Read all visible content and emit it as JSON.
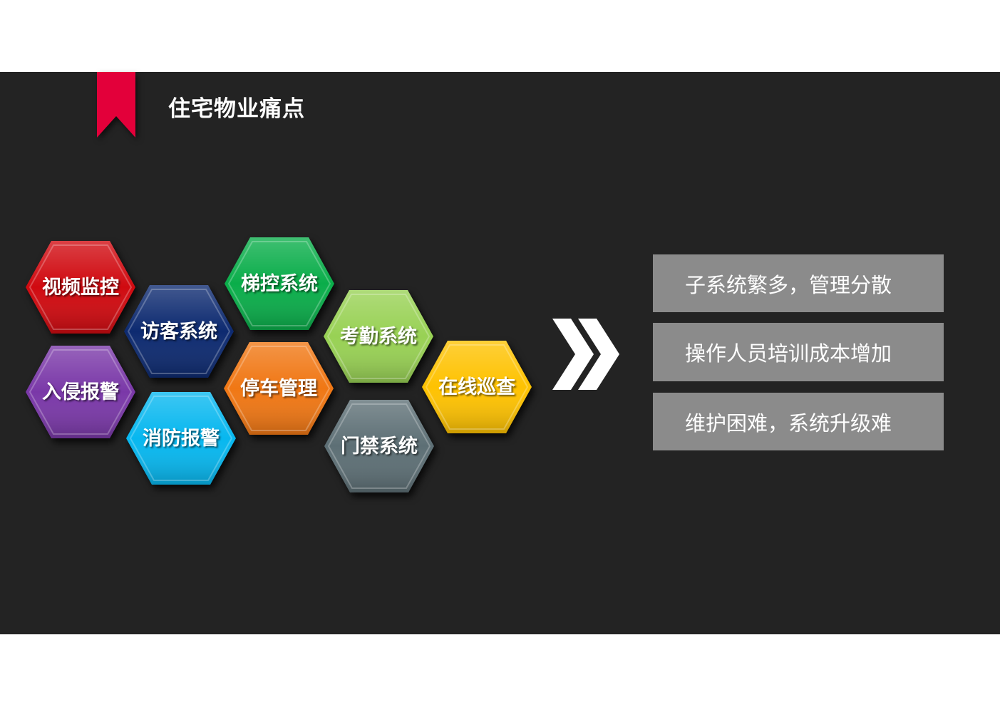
{
  "title": "住宅物业痛点",
  "colors": {
    "background": "#232323",
    "ribbon": "#e3003a",
    "box": "#8b8b8b"
  },
  "subsystems": [
    {
      "label": "视频监控",
      "color": "#d00a10"
    },
    {
      "label": "访客系统",
      "color": "#0d2a70"
    },
    {
      "label": "入侵报警",
      "color": "#7a38a8"
    },
    {
      "label": "消防报警",
      "color": "#07b7ef"
    },
    {
      "label": "梯控系统",
      "color": "#0aad4a"
    },
    {
      "label": "停车管理",
      "color": "#f07714"
    },
    {
      "label": "考勤系统",
      "color": "#98d154"
    },
    {
      "label": "门禁系统",
      "color": "#5d6f75"
    },
    {
      "label": "在线巡查",
      "color": "#fec201"
    }
  ],
  "arrow_icon": "double-chevron-right-icon",
  "pain_points": [
    "子系统繁多，管理分散",
    "操作人员培训成本增加",
    "维护困难，系统升级难"
  ]
}
